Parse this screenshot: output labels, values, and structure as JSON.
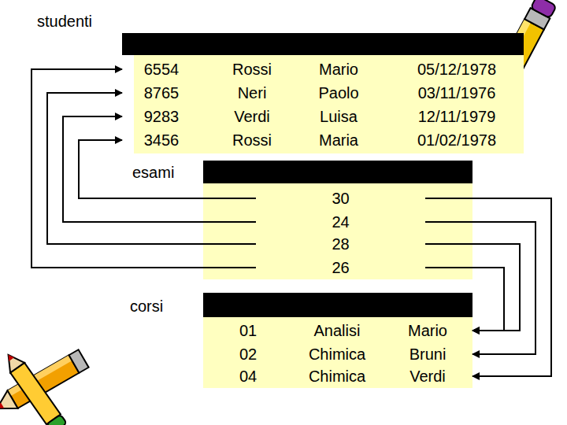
{
  "diagram": {
    "nodes": [
      {
        "text": [
          "studenti"
        ]
      },
      {
        "text": [
          "6554",
          "Rossi",
          "Mario",
          "05/12/1978"
        ],
        "in": 0
      },
      {
        "text": [
          "8765",
          "Neri",
          "Paolo",
          "03/11/1976"
        ],
        "in": 0
      },
      {
        "text": [
          "9283",
          "Verdi",
          "Luisa",
          "12/11/1979"
        ],
        "in": 0
      },
      {
        "text": [
          "3456",
          "Rossi",
          "Maria",
          "01/02/1978"
        ],
        "in": 0
      },
      {
        "text": [
          "esami"
        ]
      },
      {
        "text": [
          "30"
        ],
        "in": 5
      },
      {
        "text": [
          "24"
        ],
        "in": 5
      },
      {
        "text": [
          "28"
        ],
        "in": 5
      },
      {
        "text": [
          "26"
        ],
        "in": 5
      },
      {
        "text": [
          "corsi"
        ]
      },
      {
        "text": [
          "01",
          "Analisi",
          "Mario"
        ],
        "in": 10
      },
      {
        "text": [
          "02",
          "Chimica",
          "Bruni"
        ],
        "in": 10
      },
      {
        "text": [
          "04",
          "Chimica",
          "Verdi"
        ],
        "in": 10
      }
    ],
    "edges": [
      {
        "from": 6,
        "to": 4,
        "arrow": "to"
      },
      {
        "from": 7,
        "to": 3,
        "arrow": "to"
      },
      {
        "from": 8,
        "to": 2,
        "arrow": "to"
      },
      {
        "from": 9,
        "to": 1,
        "arrow": "to"
      },
      {
        "from": 6,
        "to": 13,
        "arrow": "to"
      },
      {
        "from": 7,
        "to": 12,
        "arrow": "to"
      },
      {
        "from": 8,
        "to": 11,
        "arrow": "to"
      },
      {
        "from": 9,
        "to": 11,
        "arrow": "to"
      }
    ]
  }
}
